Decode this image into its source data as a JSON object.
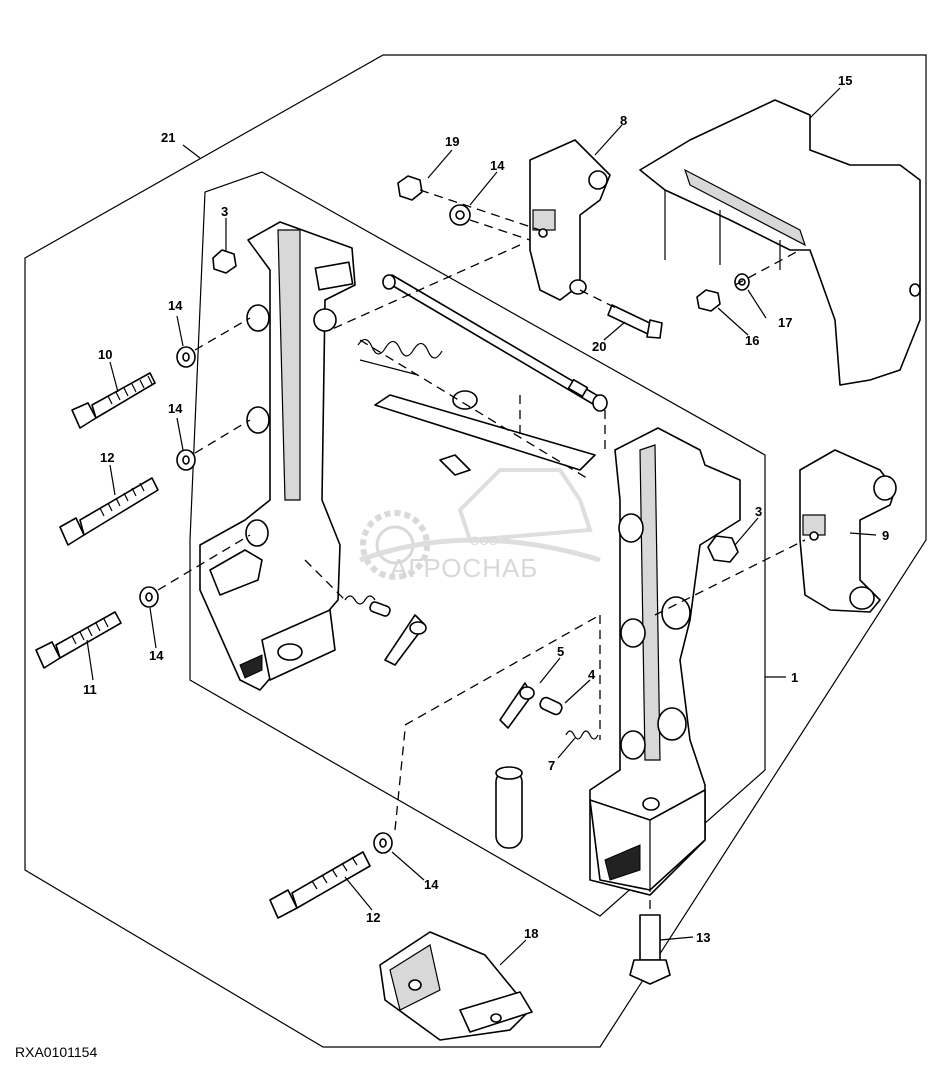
{
  "figure": {
    "id": "RXA0101154"
  },
  "watermark": {
    "company_prefix": "ООО",
    "company_name": "АГРОСНАБ"
  },
  "callouts": {
    "c1": "1",
    "c3a": "3",
    "c3b": "3",
    "c4": "4",
    "c5": "5",
    "c7": "7",
    "c8": "8",
    "c9": "9",
    "c10": "10",
    "c11": "11",
    "c12a": "12",
    "c12b": "12",
    "c13": "13",
    "c14a": "14",
    "c14b": "14",
    "c14c": "14",
    "c14d": "14",
    "c14e": "14",
    "c15": "15",
    "c16": "16",
    "c17": "17",
    "c18": "18",
    "c19": "19",
    "c20": "20",
    "c21": "21"
  }
}
